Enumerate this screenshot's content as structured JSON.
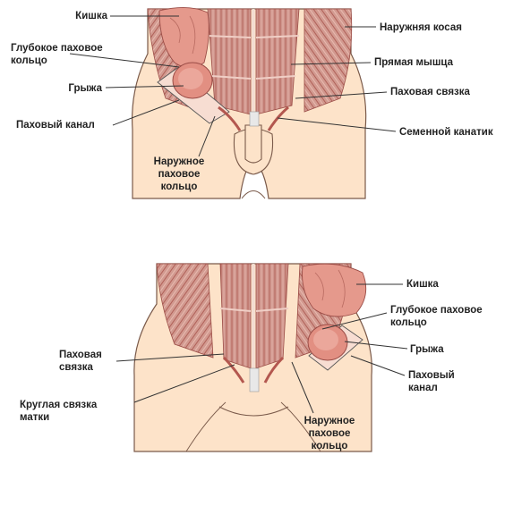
{
  "colors": {
    "skin": "#fde3c9",
    "skin_outline": "#7a5a4a",
    "muscle": "#c98c83",
    "muscle_dark": "#a8544c",
    "muscle_light": "#ecc2b8",
    "intestine": "#e5998c",
    "leader_line": "#333333"
  },
  "male": {
    "kishka": "Кишка",
    "deep_ring": "Глубокое паховое\nкольцо",
    "hernia": "Грыжа",
    "canal": "Паховый канал",
    "external_ring": "Наружное\nпаховое\nкольцо",
    "oblique": "Наружняя косая",
    "rectus": "Прямая мышца",
    "ligament": "Паховая связка",
    "cord": "Семенной канатик"
  },
  "female": {
    "ligament": "Паховая\nсвязка",
    "round_ligament": "Круглая связка\nматки",
    "external_ring": "Наружное\nпаховое\nкольцо",
    "kishka": "Кишка",
    "deep_ring": "Глубокое паховое\nкольцо",
    "hernia": "Грыжа",
    "canal": "Паховый\nканал"
  }
}
